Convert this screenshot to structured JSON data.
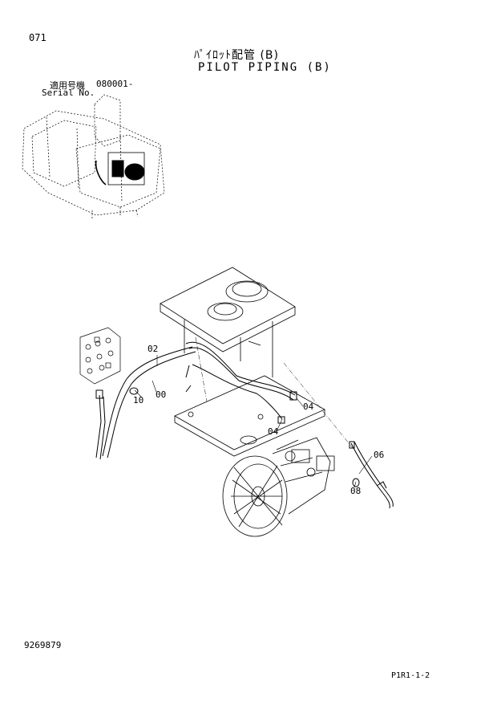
{
  "header": {
    "page_number": "071",
    "title_jp": "ﾊﾟｲﾛｯﾄ配管 (B)",
    "title_en": "PILOT PIPING (B)",
    "serial_label_jp": "適用号機",
    "serial_value": "080001-",
    "serial_label_en": "Serial No."
  },
  "callouts": [
    {
      "id": "c02",
      "label": "02"
    },
    {
      "id": "c10",
      "label": "10"
    },
    {
      "id": "c00",
      "label": "00"
    },
    {
      "id": "c04a",
      "label": "04"
    },
    {
      "id": "c04b",
      "label": "04"
    },
    {
      "id": "c06",
      "label": "06"
    },
    {
      "id": "c08",
      "label": "08"
    }
  ],
  "footer": {
    "document_number": "9269879",
    "page_code": "P1R1-1-2"
  }
}
